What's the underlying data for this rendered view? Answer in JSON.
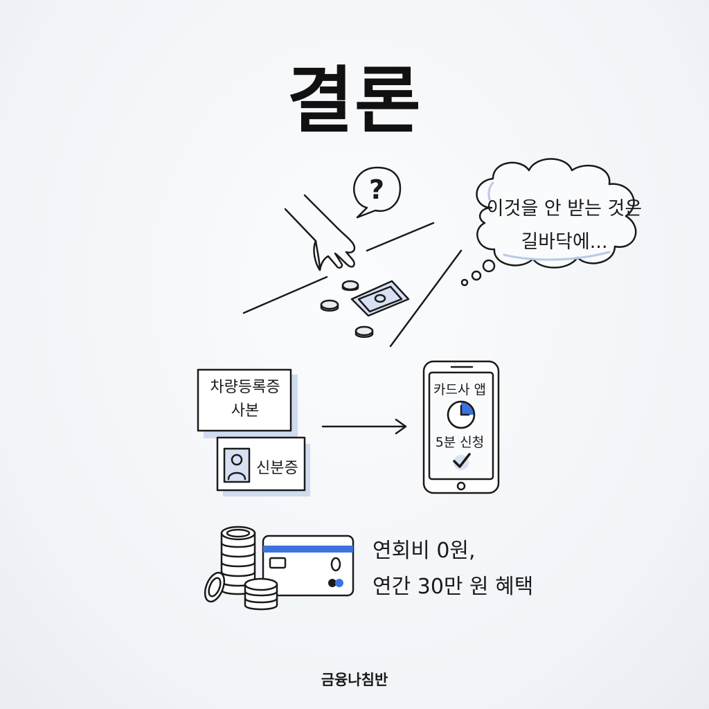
{
  "title": "결론",
  "scene": {
    "question_mark": "?",
    "thought": [
      "이것을 안 받는 것은",
      "길바닥에..."
    ]
  },
  "documents": {
    "registration": [
      "차량등록증",
      "사본"
    ],
    "id_card": "신분증"
  },
  "app": {
    "title": "카드사 앱",
    "apply": "5분 신청"
  },
  "benefit": {
    "line1": "연회비 0원,",
    "line2": "연간 30만 원 혜택"
  },
  "brand": "금융나침반",
  "colors": {
    "accent_blue": "#3c72e0",
    "ink": "#1a1a1a",
    "shade": "#d7e1f3"
  },
  "icons": [
    "hand-icon",
    "banknote-icon",
    "coin-icon",
    "clock-icon",
    "check-icon",
    "person-icon",
    "coin-stack-icon",
    "credit-card-icon",
    "arrow-icon"
  ]
}
